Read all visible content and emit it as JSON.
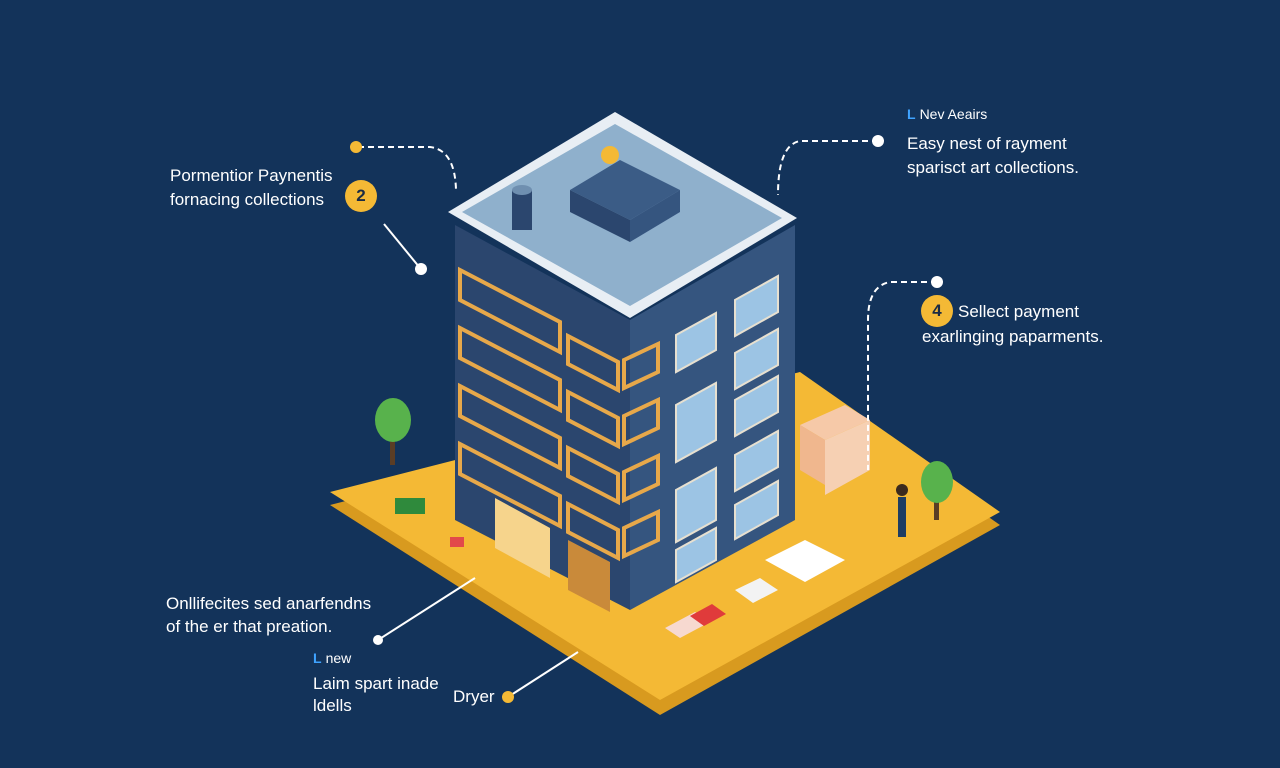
{
  "colors": {
    "background": "#13335a",
    "platform": "#f4b935",
    "building": "#2c4a74",
    "roof": "#8fb0cc",
    "badge": "#f4b935",
    "accent": "#3fa3ff"
  },
  "callouts": {
    "top_left": {
      "badge": "2",
      "line1": "Pormentior Paynentis",
      "line2": "fornacing collections"
    },
    "top_right": {
      "mark": "L",
      "heading": "Nev Aeairs",
      "line1": "Easy nest of rayment",
      "line2": "sparisct art collections."
    },
    "mid_right": {
      "badge": "4",
      "line1": "Sellect payment",
      "line2": "exarlinging paparments."
    },
    "bottom_left": {
      "line1": "Onllifecites sed anarfendns",
      "line2": "of the er that preation."
    },
    "bottom_new": {
      "mark": "L",
      "heading": "new",
      "line1": "Laim spart inade",
      "line2": "ldells"
    },
    "bottom_center": {
      "label": "Dryer"
    }
  }
}
